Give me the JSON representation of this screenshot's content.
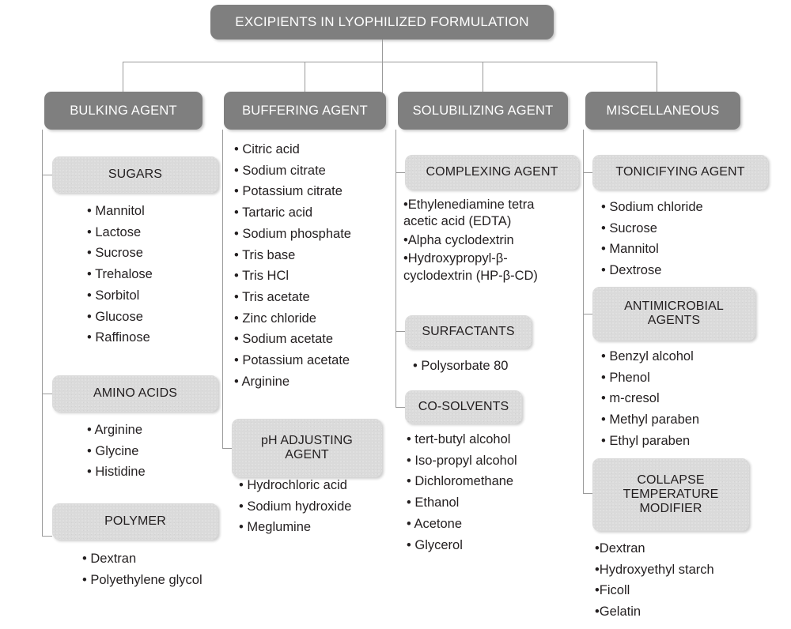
{
  "title": "EXCIPIENTS IN LYOPHILIZED FORMULATION",
  "categories": [
    {
      "header": "BULKING AGENT",
      "groups": [
        {
          "label": "SUGARS",
          "items": [
            "Mannitol",
            "Lactose",
            "Sucrose",
            "Trehalose",
            "Sorbitol",
            "Glucose",
            "Raffinose"
          ]
        },
        {
          "label": "AMINO ACIDS",
          "items": [
            "Arginine",
            "Glycine",
            "Histidine"
          ]
        },
        {
          "label": "POLYMER",
          "items": [
            "Dextran",
            "Polyethylene glycol"
          ]
        }
      ]
    },
    {
      "header": "BUFFERING AGENT",
      "direct_items": [
        "Citric acid",
        "Sodium citrate",
        "Potassium citrate",
        "Tartaric acid",
        "Sodium phosphate",
        "Tris base",
        "Tris HCl",
        "Tris acetate",
        "Zinc chloride",
        "Sodium acetate",
        "Potassium acetate",
        "Arginine"
      ],
      "groups": [
        {
          "label": "pH ADJUSTING AGENT",
          "items": [
            "Hydrochloric acid",
            "Sodium hydroxide",
            "Meglumine"
          ]
        }
      ]
    },
    {
      "header": "SOLUBILIZING AGENT",
      "groups": [
        {
          "label": "COMPLEXING AGENT",
          "items": [
            "Ethylenediamine tetra acetic acid (EDTA)",
            "Alpha cyclodextrin",
            "Hydroxypropyl-β-cyclodextrin (HP-β-CD)"
          ]
        },
        {
          "label": "SURFACTANTS",
          "items": [
            "Polysorbate 80"
          ]
        },
        {
          "label": "CO-SOLVENTS",
          "items": [
            "tert-butyl alcohol",
            "Iso-propyl alcohol",
            "Dichloromethane",
            "Ethanol",
            "Acetone",
            "Glycerol"
          ]
        }
      ]
    },
    {
      "header": "MISCELLANEOUS",
      "groups": [
        {
          "label": "TONICIFYING AGENT",
          "items": [
            "Sodium chloride",
            "Sucrose",
            "Mannitol",
            "Dextrose"
          ]
        },
        {
          "label": "ANTIMICROBIAL AGENTS",
          "items": [
            "Benzyl alcohol",
            "Phenol",
            "m-cresol",
            "Methyl paraben",
            "Ethyl paraben"
          ]
        },
        {
          "label": "COLLAPSE TEMPERATURE MODIFIER",
          "items": [
            "Dextran",
            "Hydroxyethyl starch",
            "Ficoll",
            "Gelatin"
          ]
        }
      ]
    }
  ],
  "colors": {
    "header_fill": "#7f7f7f",
    "header_text": "#ffffff",
    "subbox_fill": "#dadada",
    "text": "#231f20",
    "connector": "#9a9a9a",
    "background": "#ffffff"
  }
}
